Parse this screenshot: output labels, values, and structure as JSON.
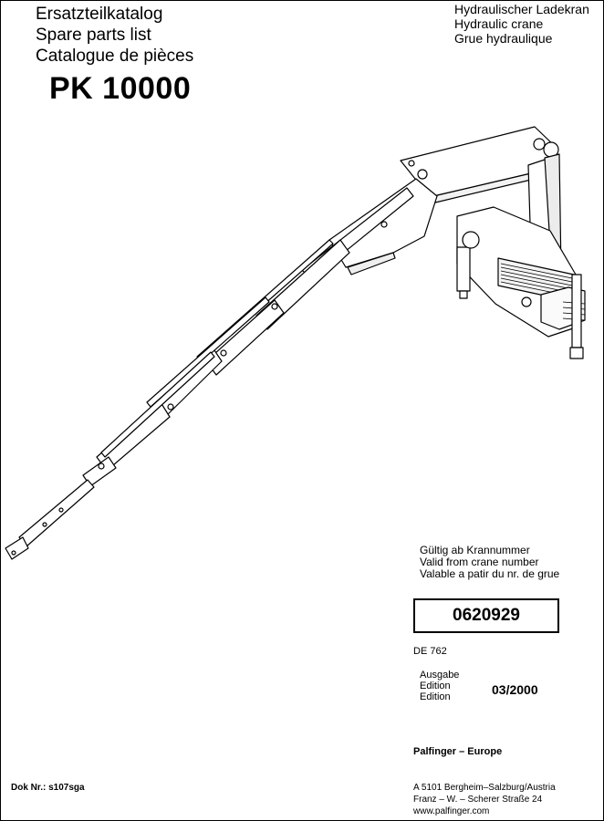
{
  "header": {
    "title_de": "Ersatzteilkatalog",
    "title_en": "Spare parts list",
    "title_fr": "Catalogue de pièces",
    "model": "PK 10000",
    "product_de": "Hydraulischer Ladekran",
    "product_en": "Hydraulic crane",
    "product_fr": "Grue hydraulique"
  },
  "validity": {
    "label_de": "Gültig ab Krannummer",
    "label_en": "Valid from crane number",
    "label_fr": "Valable a patir du nr. de grue",
    "crane_number": "0620929",
    "document_code": "DE 762"
  },
  "edition": {
    "label_de": "Ausgabe",
    "label_en": "Edition",
    "label_fr": "Edition",
    "value": "03/2000"
  },
  "publisher": {
    "name": "Palfinger – Europe",
    "address_line1": "A 5101 Bergheim–Salzburg/Austria",
    "address_line2": "Franz – W. – Scherer Straße 24",
    "website": "www.palfinger.com"
  },
  "footer": {
    "doc_number": "Dok Nr.: s107sga"
  }
}
